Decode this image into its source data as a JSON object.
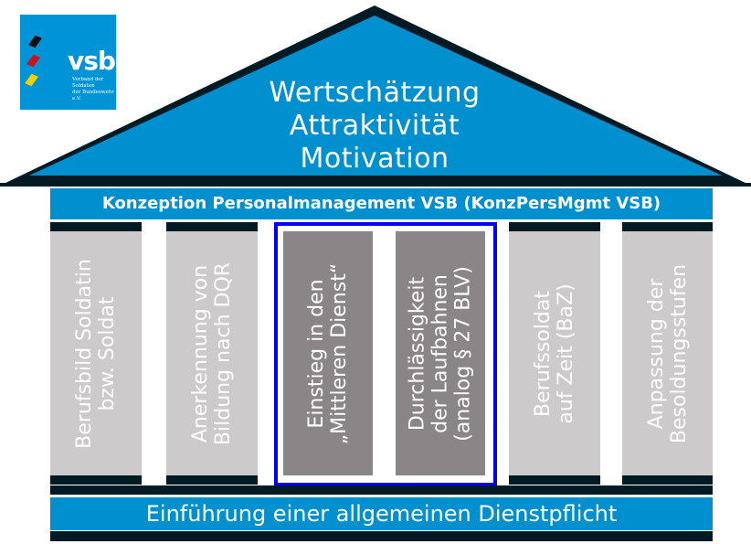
{
  "logo": {
    "name": "vsb",
    "subtitle_line1": "Verband der Soldaten",
    "subtitle_line2": "der Bundeswehr e.V."
  },
  "roof": {
    "line1": "Wertschätzung",
    "line2": "Attraktivität",
    "line3": "Motivation"
  },
  "beam": {
    "label": "Konzeption Personalmanagement VSB (KonzPersMgmt VSB)"
  },
  "pillars": [
    {
      "line1": "Berufsbild Soldatin",
      "line2": "bzw. Soldat"
    },
    {
      "line1": "Anerkennung von",
      "line2": "Bildung nach DQR"
    },
    {
      "line1": "Einstieg in den",
      "line2": "„Mittleren Dienst“"
    },
    {
      "line1": "Durchlässigkeit",
      "line2": "der Laufbahnen",
      "line3": "(analog § 27 BLV)"
    },
    {
      "line1": "Berufssoldat",
      "line2": "auf Zeit (BaZ)"
    },
    {
      "line1": "Anpassung der",
      "line2": "Besoldungsstufen"
    }
  ],
  "foundation": {
    "label": "Einführung einer allgemeinen Dienstpflicht"
  },
  "colors": {
    "blue": "#0090d0",
    "dark": "#021a24",
    "pillar": "#cccacb",
    "highlight_pillar": "#8a8687",
    "frame": "#0000ff"
  }
}
